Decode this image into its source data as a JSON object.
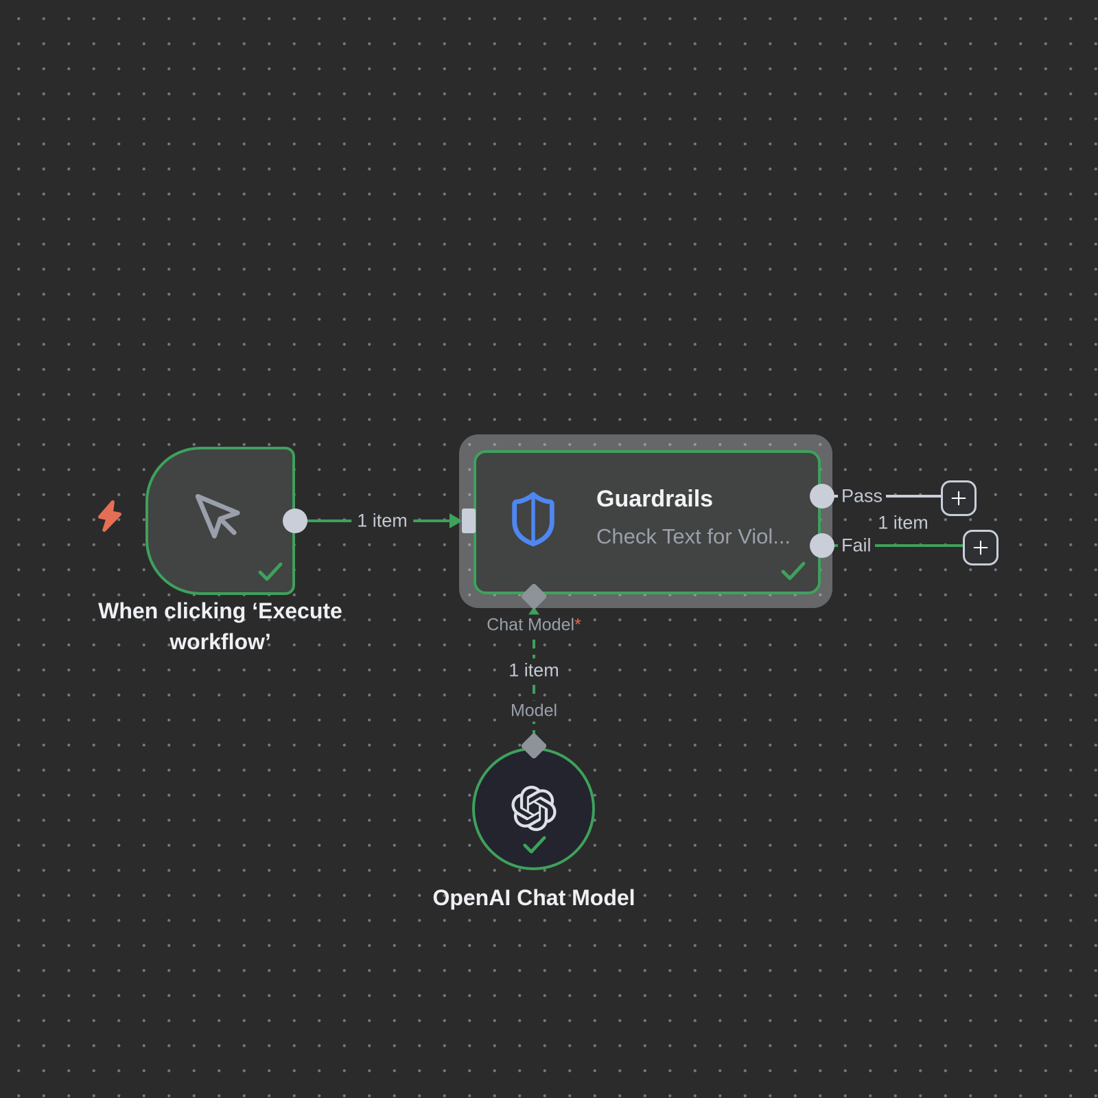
{
  "colors": {
    "canvas_bg": "#2b2b2b",
    "grid_dot": "#73787d",
    "node_fill": "#424343",
    "accent_green": "#3ea15c",
    "connector_light": "#c9ced9",
    "diamond_gray": "#8e9299",
    "shield_blue": "#4f87f2",
    "bolt_coral": "#e66e55",
    "required_red": "#e4674f",
    "title_text": "#f2f3f5",
    "subtitle_text": "#9aa0aa",
    "port_label_text": "#99a0ab",
    "edge_label_text": "#c3c8d3",
    "openai_fill": "#23242d",
    "openai_logo": "#dde0e7"
  },
  "trigger_node": {
    "label": "When clicking ‘Execute workflow’"
  },
  "main_edge": {
    "items_label": "1 item"
  },
  "guardrails_node": {
    "title": "Guardrails",
    "subtitle": "Check Text for Viol...",
    "pass_output_label": "Pass",
    "fail_output_label": "Fail",
    "fail_items_label": "1 item",
    "chat_model_port_label": "Chat Model",
    "required_marker": "*"
  },
  "model_edge": {
    "items_label": "1 item",
    "model_port_label": "Model"
  },
  "openai_node": {
    "label": "OpenAI Chat Model"
  },
  "icons": {
    "bolt-icon": "lightning trigger indicator",
    "cursor-icon": "mouse pointer",
    "shield-icon": "guardrails shield",
    "check-icon": "success checkmark",
    "openai-logo-icon": "OpenAI logo",
    "plus-icon": "add connected node"
  }
}
